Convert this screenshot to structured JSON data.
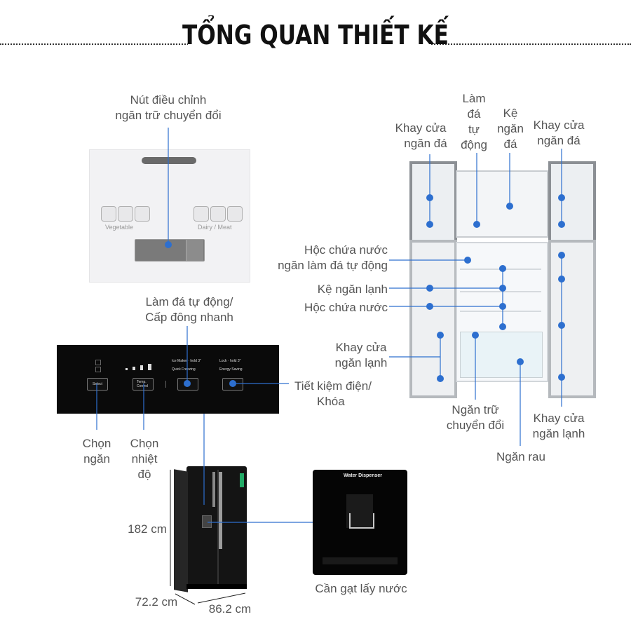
{
  "header": {
    "title": "TỔNG QUAN THIẾT KẾ"
  },
  "convertible_panel": {
    "label_line1": "Nút điều chỉnh",
    "label_line2": "ngăn trữ chuyển đổi",
    "left_caption": "Vegetable",
    "right_caption": "Dairy / Meat"
  },
  "control_panel": {
    "top_label_line1": "Làm đá tự động/",
    "top_label_line2": "Cấp đông nhanh",
    "right_label_line1": "Tiết kiệm điện/",
    "right_label_line2": "Khóa",
    "select_label_line1": "Chọn",
    "select_label_line2": "ngăn",
    "temp_label_line1": "Chọn",
    "temp_label_line2": "nhiệt",
    "temp_label_line3": "độ",
    "btn_select": "Select",
    "btn_temp_line1": "Temp.",
    "btn_temp_line2": "Control",
    "legend_ice": "Ice Maker · hold 3\"",
    "legend_quick": "Quick Freezing",
    "legend_lock": "Lock · hold 3\"",
    "legend_energy": "Energy Saving"
  },
  "interior": {
    "auto_ice_line1": "Làm",
    "auto_ice_line2": "đá",
    "auto_ice_line3": "tự",
    "auto_ice_line4": "động",
    "ice_shelf_line1": "Kệ",
    "ice_shelf_line2": "ngăn",
    "ice_shelf_line3": "đá",
    "left_freezer_tray_line1": "Khay cửa",
    "left_freezer_tray_line2": "ngăn đá",
    "right_freezer_tray_line1": "Khay cửa",
    "right_freezer_tray_line2": "ngăn đá",
    "ice_water_tank_line1": "Hộc chứa nước",
    "ice_water_tank_line2": "ngăn làm đá tự động",
    "fridge_shelf": "Kệ ngăn lạnh",
    "water_tank": "Hộc chứa nước",
    "left_fridge_tray_line1": "Khay cửa",
    "left_fridge_tray_line2": "ngăn lạnh",
    "convertible_line1": "Ngăn trữ",
    "convertible_line2": "chuyển đổi",
    "vegetable": "Ngăn rau",
    "right_fridge_tray_line1": "Khay cửa",
    "right_fridge_tray_line2": "ngăn lạnh"
  },
  "dimensions": {
    "height": "182 cm",
    "depth": "72.2 cm",
    "width": "86.2 cm"
  },
  "dispenser": {
    "header_text": "Water Dispenser",
    "caption": "Cần gạt lấy nước"
  },
  "colors": {
    "accent_blue": "#2d6fcf",
    "text_gray": "#555555",
    "panel_black": "#0a0a0a"
  }
}
